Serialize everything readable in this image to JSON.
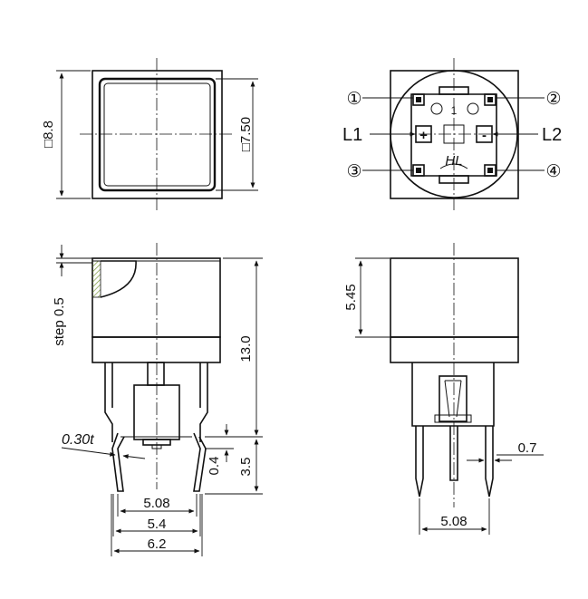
{
  "top_view": {
    "outer_size": "□8.8",
    "inner_size": "□7.50"
  },
  "pin_view": {
    "pin1": "①",
    "pin2": "②",
    "pin3": "③",
    "pin4": "④",
    "left_terminal": "L1",
    "right_terminal": "L2",
    "plus_sign": "+",
    "minus_sign": "-",
    "center_mark": "1",
    "logo_text": "HL"
  },
  "front_view": {
    "step": "step 0.5",
    "height": "13.0",
    "thickness": "0.30t",
    "pin_offset": "0.4",
    "pin_length": "3.5",
    "pitch": "5.08",
    "outer_pin_span": "5.4",
    "width": "6.2"
  },
  "side_view": {
    "cap_height": "5.45",
    "pin_width": "0.7",
    "pitch": "5.08"
  }
}
